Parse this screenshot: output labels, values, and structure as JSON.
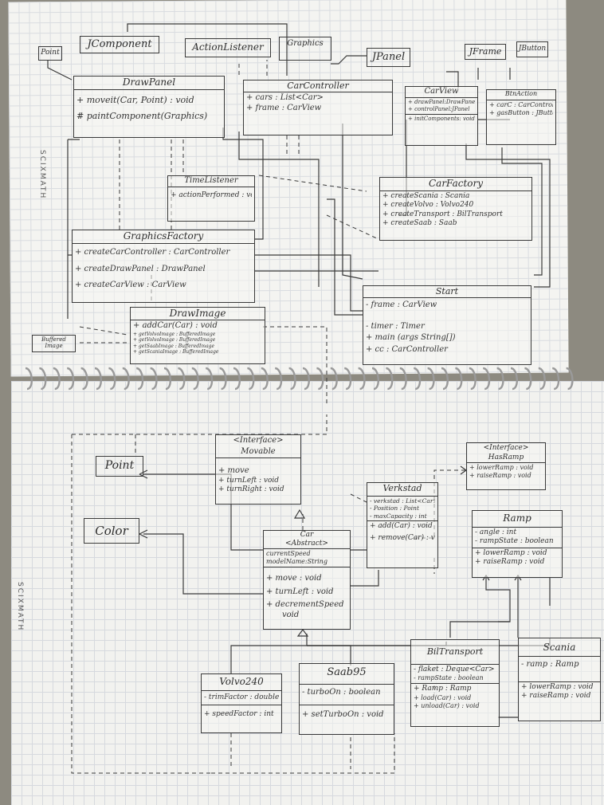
{
  "brand": "SCIXMATH",
  "top": {
    "jcomponent": "JComponent",
    "actionlistener": "ActionListener",
    "graphics": "Graphics",
    "jpanel": "JPanel",
    "jframe": "JFrame",
    "jbutton": "JButton",
    "point": "Point",
    "drawpanel": {
      "title": "DrawPanel",
      "ops": [
        "+ moveit(Car, Point) : void",
        "# paintComponent(Graphics)"
      ]
    },
    "carcontroller": {
      "title": "CarController",
      "fields": [
        "+ cars : List<Car>",
        "+ frame : CarView"
      ]
    },
    "carview": {
      "title": "CarView",
      "fields": [
        "+ drawPanel:DrawPanel",
        "+ controlPanel:JPanel",
        "+ initComponents: void"
      ]
    },
    "btnaction": {
      "title": "BtnAction",
      "fields": [
        "+ carC : CarController",
        "+ gasButton : JButton"
      ]
    },
    "timelistener": {
      "title": "TimeListener",
      "ops": [
        "+ actionPerformed : void"
      ]
    },
    "carfactory": {
      "title": "CarFactory",
      "ops": [
        "+ createScania : Scania",
        "+ createVolvo : Volvo240",
        "+ createTransport : BilTransport",
        "+ createSaab : Saab"
      ]
    },
    "graphicsfactory": {
      "title": "GraphicsFactory",
      "ops": [
        "+ createCarController : CarController",
        "+ createDrawPanel : DrawPanel",
        "+ createCarView : CarView"
      ]
    },
    "start": {
      "title": "Start",
      "fields": [
        "- frame : CarView",
        "- timer : Timer",
        "+ main (args String[])",
        "+ cc : CarController"
      ]
    },
    "bufferedimage": "Buffered Image",
    "drawimage": {
      "title": "DrawImage",
      "ops": [
        "+ addCar(Car) : void",
        "+ getVolvoImage : BufferedImage",
        "+ getVolvoImage : BufferedImage",
        "+ getSaabImage : BufferedImage",
        "+ getScaniaImage : BufferedImage"
      ]
    }
  },
  "bottom": {
    "point": "Point",
    "color": "Color",
    "movable": {
      "stereotype": "<Interface>",
      "title": "Movable",
      "ops": [
        "+ move",
        "+ turnLeft : void",
        "+ turnRight : void"
      ]
    },
    "car": {
      "title": "Car",
      "stereotype": "<Abstract>",
      "fields": [
        "currentSpeed",
        "modelName:String"
      ],
      "ops": [
        "+ move : void",
        "+ turnLeft : void",
        "+ decrementSpeed",
        "void"
      ]
    },
    "verkstad": {
      "title": "Verkstad",
      "fields": [
        "- verkstad : List<Car>",
        "- Position : Point",
        "- maxCapacity : int"
      ],
      "ops": [
        "+ add(Car) : void",
        "+ remove(Car) : void"
      ]
    },
    "hasramp": {
      "stereotype": "<Interface>",
      "title": "HasRamp",
      "ops": [
        "+ lowerRamp : void",
        "+ raiseRamp : void"
      ]
    },
    "ramp": {
      "title": "Ramp",
      "fields": [
        "- angle : int",
        "- rampState : boolean"
      ],
      "ops": [
        "+ lowerRamp : void",
        "+ raiseRamp : void"
      ]
    },
    "volvo": {
      "title": "Volvo240",
      "fields": [
        "- trimFactor : double"
      ],
      "ops": [
        "+ speedFactor : int"
      ]
    },
    "saab": {
      "title": "Saab95",
      "fields": [
        "- turboOn : boolean"
      ],
      "ops": [
        "+ setTurboOn : void"
      ]
    },
    "biltransport": {
      "title": "BilTransport",
      "fields": [
        "- flaket : Deque<Car>",
        "- rampState : boolean"
      ],
      "ops": [
        "+ Ramp : Ramp",
        "+ load(Car) : void",
        "+ unload(Car) : void"
      ]
    },
    "scania": {
      "title": "Scania",
      "fields": [
        "- ramp : Ramp"
      ],
      "ops": [
        "+ lowerRamp : void",
        "+ raiseRamp : void"
      ]
    }
  },
  "colors": {
    "ink": "#3a3a3a",
    "paper": "#f4f4f1",
    "grid": "#d9dce0",
    "background": "#8d8a80"
  }
}
